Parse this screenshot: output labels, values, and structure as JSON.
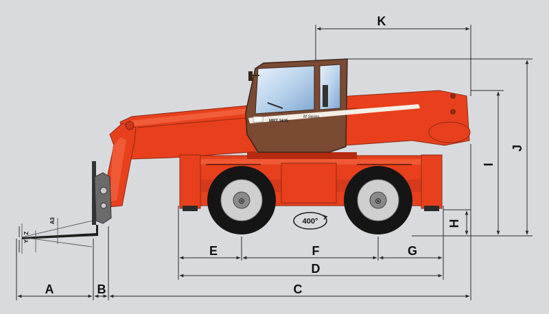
{
  "labels": {
    "A": "A",
    "B": "B",
    "C": "C",
    "D": "D",
    "E": "E",
    "F": "F",
    "G": "G",
    "H": "H",
    "I": "I",
    "J": "J",
    "K": "K",
    "Y": "Y",
    "Z": "Z",
    "A3": "A3"
  },
  "machine": {
    "model_plate": "MRT 1635",
    "series_badge": "M Series",
    "rotation": "400°"
  },
  "colors": {
    "background": "#d9dade",
    "body": "#e8401c",
    "body_dark": "#b52a10",
    "cab": "#7a4a33",
    "glass": "#b9d3ec",
    "tire": "#151515",
    "rim": "#cfcfcf",
    "line": "#2a2a2a"
  }
}
